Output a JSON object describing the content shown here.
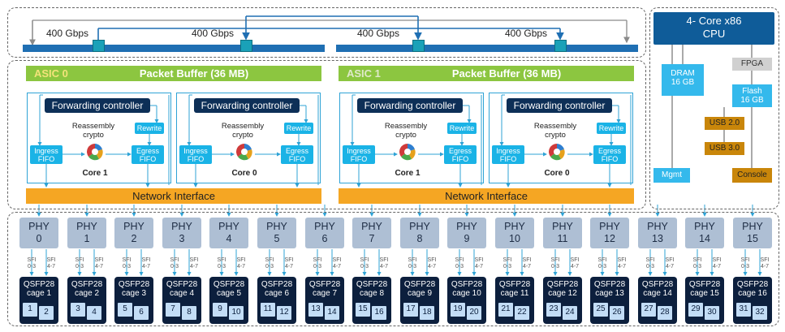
{
  "top_bus": {
    "speeds": [
      "400 Gbps",
      "400 Gbps",
      "400 Gbps",
      "400 Gbps"
    ]
  },
  "asics": [
    {
      "name": "ASIC 0",
      "packet_buffer": "Packet Buffer (36 MB)",
      "network_interface": "Network Interface",
      "cores": [
        {
          "name": "Core 1",
          "forwarding": "Forwarding controller",
          "reassembly": "Reassembly crypto",
          "rewrite": "Rewrite",
          "ingress": "Ingress FIFO",
          "egress": "Egress FIFO"
        },
        {
          "name": "Core 0",
          "forwarding": "Forwarding controller",
          "reassembly": "Reassembly crypto",
          "rewrite": "Rewrite",
          "ingress": "Ingress FIFO",
          "egress": "Egress FIFO"
        }
      ]
    },
    {
      "name": "ASIC 1",
      "packet_buffer": "Packet Buffer (36 MB)",
      "network_interface": "Network Interface",
      "cores": [
        {
          "name": "Core 1",
          "forwarding": "Forwarding controller",
          "reassembly": "Reassembly crypto",
          "rewrite": "Rewrite",
          "ingress": "Ingress FIFO",
          "egress": "Egress FIFO"
        },
        {
          "name": "Core 0",
          "forwarding": "Forwarding controller",
          "reassembly": "Reassembly crypto",
          "rewrite": "Rewrite",
          "ingress": "Ingress FIFO",
          "egress": "Egress FIFO"
        }
      ]
    }
  ],
  "cpu": {
    "title": "4- Core x86 CPU",
    "dram": "DRAM 16 GB",
    "fpga": "FPGA",
    "flash": "Flash 16 GB",
    "usb2": "USB 2.0",
    "usb3": "USB 3.0",
    "mgmt": "Mgmt",
    "console": "Console"
  },
  "phy_label": "PHY",
  "sfi_low": "SFI 0-3",
  "sfi_high": "SFI 4-7",
  "phys": [
    "0",
    "1",
    "2",
    "3",
    "4",
    "5",
    "6",
    "7",
    "8",
    "9",
    "10",
    "11",
    "12",
    "13",
    "14",
    "15"
  ],
  "cages": [
    {
      "title": "QSFP28",
      "cage": "cage 1",
      "ports": [
        "1",
        "2"
      ]
    },
    {
      "title": "QSFP28",
      "cage": "cage 2",
      "ports": [
        "3",
        "4"
      ]
    },
    {
      "title": "QSFP28",
      "cage": "cage 3",
      "ports": [
        "5",
        "6"
      ]
    },
    {
      "title": "QSFP28",
      "cage": "cage 4",
      "ports": [
        "7",
        "8"
      ]
    },
    {
      "title": "QSFP28",
      "cage": "cage 5",
      "ports": [
        "9",
        "10"
      ]
    },
    {
      "title": "QSFP28",
      "cage": "cage 6",
      "ports": [
        "11",
        "12"
      ]
    },
    {
      "title": "QSFP28",
      "cage": "cage 7",
      "ports": [
        "13",
        "14"
      ]
    },
    {
      "title": "QSFP28",
      "cage": "cage 8",
      "ports": [
        "15",
        "16"
      ]
    },
    {
      "title": "QSFP28",
      "cage": "cage 9",
      "ports": [
        "17",
        "18"
      ]
    },
    {
      "title": "QSFP28",
      "cage": "cage 10",
      "ports": [
        "19",
        "20"
      ]
    },
    {
      "title": "QSFP28",
      "cage": "cage 11",
      "ports": [
        "21",
        "22"
      ]
    },
    {
      "title": "QSFP28",
      "cage": "cage 12",
      "ports": [
        "23",
        "24"
      ]
    },
    {
      "title": "QSFP28",
      "cage": "cage 13",
      "ports": [
        "25",
        "26"
      ]
    },
    {
      "title": "QSFP28",
      "cage": "cage 14",
      "ports": [
        "27",
        "28"
      ]
    },
    {
      "title": "QSFP28",
      "cage": "cage 15",
      "ports": [
        "29",
        "30"
      ]
    },
    {
      "title": "QSFP28",
      "cage": "cage 16",
      "ports": [
        "31",
        "32"
      ]
    }
  ],
  "colors": {
    "bus": "#1f6fb3",
    "packet_buffer": "#8cc640",
    "network_interface": "#f5a623",
    "forwarding": "#0d2f57",
    "fifo": "#1ab3e6",
    "phy": "#aebfd4",
    "qsfp": "#0c1f3d",
    "cpu": "#0f5c99"
  }
}
